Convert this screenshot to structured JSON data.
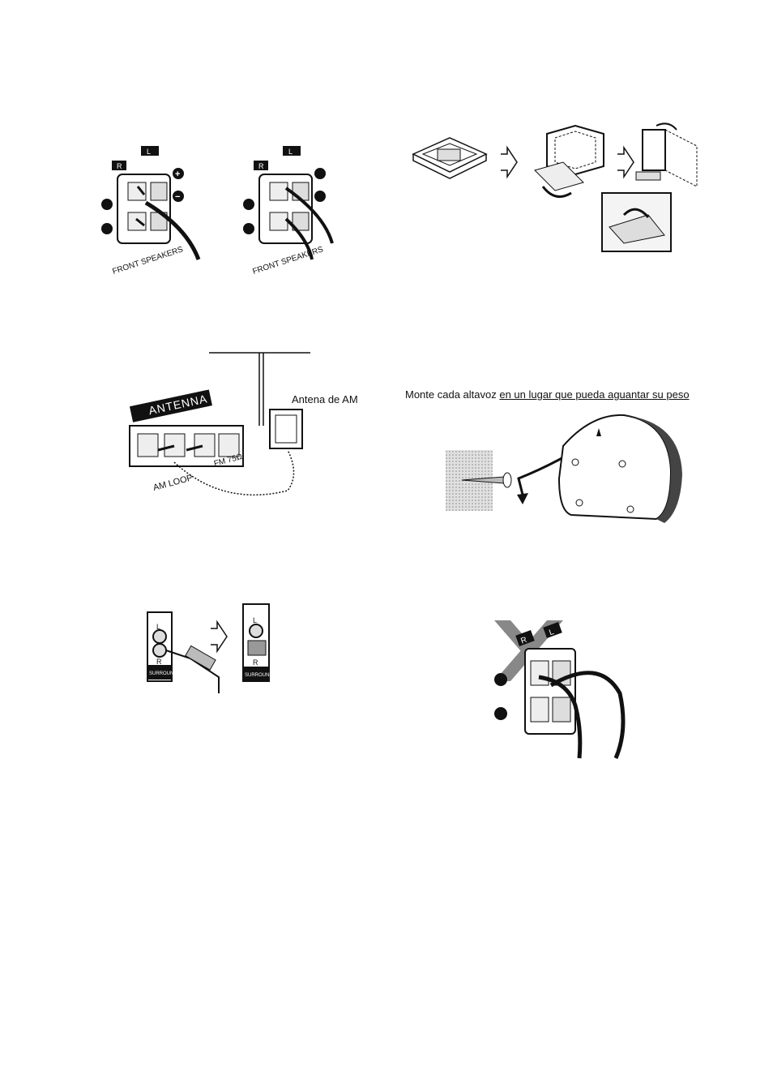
{
  "speaker_terminals": {
    "channel_r": "R",
    "channel_l": "L",
    "plus": "+",
    "minus": "−",
    "front_speakers_1": "FRONT SPEAKERS",
    "front_speakers_2": "FRONT SPEAKERS"
  },
  "antenna_panel": {
    "panel_title": "ANTENNA",
    "am_loop": "AM LOOP",
    "fm_label": "FM 75Ω",
    "am_antenna_caption": "Antena de AM"
  },
  "wall_mount": {
    "text_plain": "Monte cada altavoz ",
    "text_underlined": "en un lugar que pueda aguantar su peso"
  },
  "surround_jack": {
    "label_l": "L",
    "label_r": "R",
    "surround_1": "SURROUND",
    "surround_2": "SURROUND"
  },
  "wrong_connection": {
    "channel_r": "R",
    "channel_l": "L"
  },
  "icons": [
    "step-arrow-icon",
    "cross-mark-icon",
    "screw-icon"
  ]
}
